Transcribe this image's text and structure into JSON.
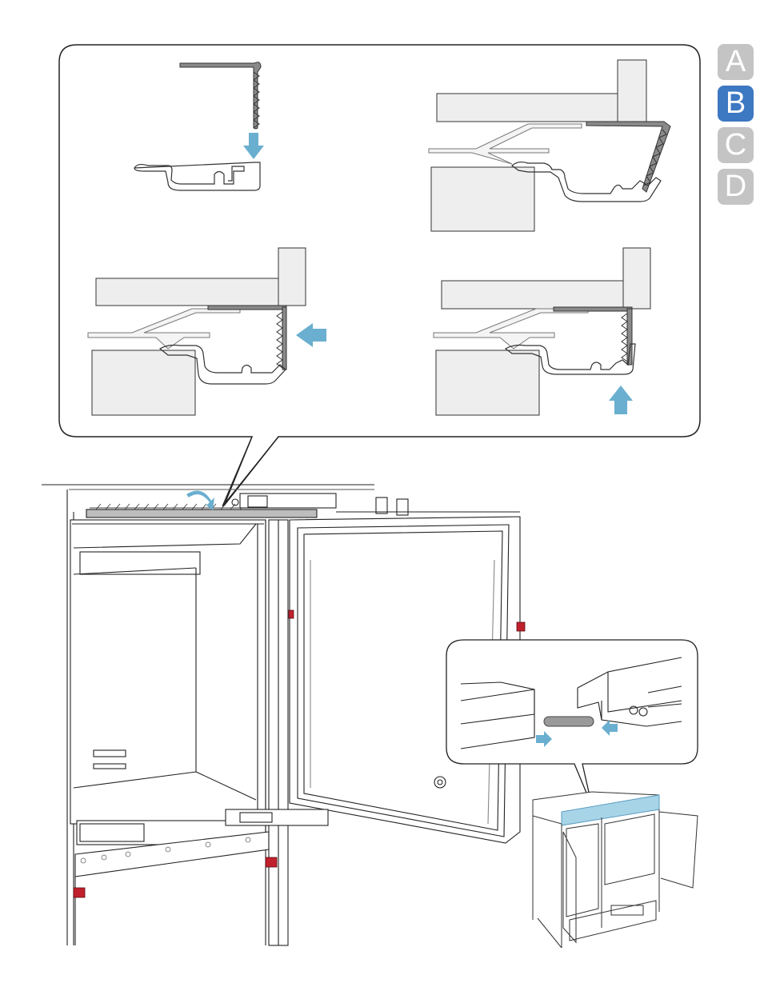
{
  "section_tabs": [
    {
      "label": "A",
      "active": false
    },
    {
      "label": "B",
      "active": true
    },
    {
      "label": "C",
      "active": false
    },
    {
      "label": "D",
      "active": false
    }
  ],
  "colors": {
    "tab_active": "#3d78c2",
    "tab_inactive": "#c4c4c4",
    "arrow": "#6aafd0",
    "clip_red": "#c0202c",
    "highlight": "#a8d4e8"
  }
}
